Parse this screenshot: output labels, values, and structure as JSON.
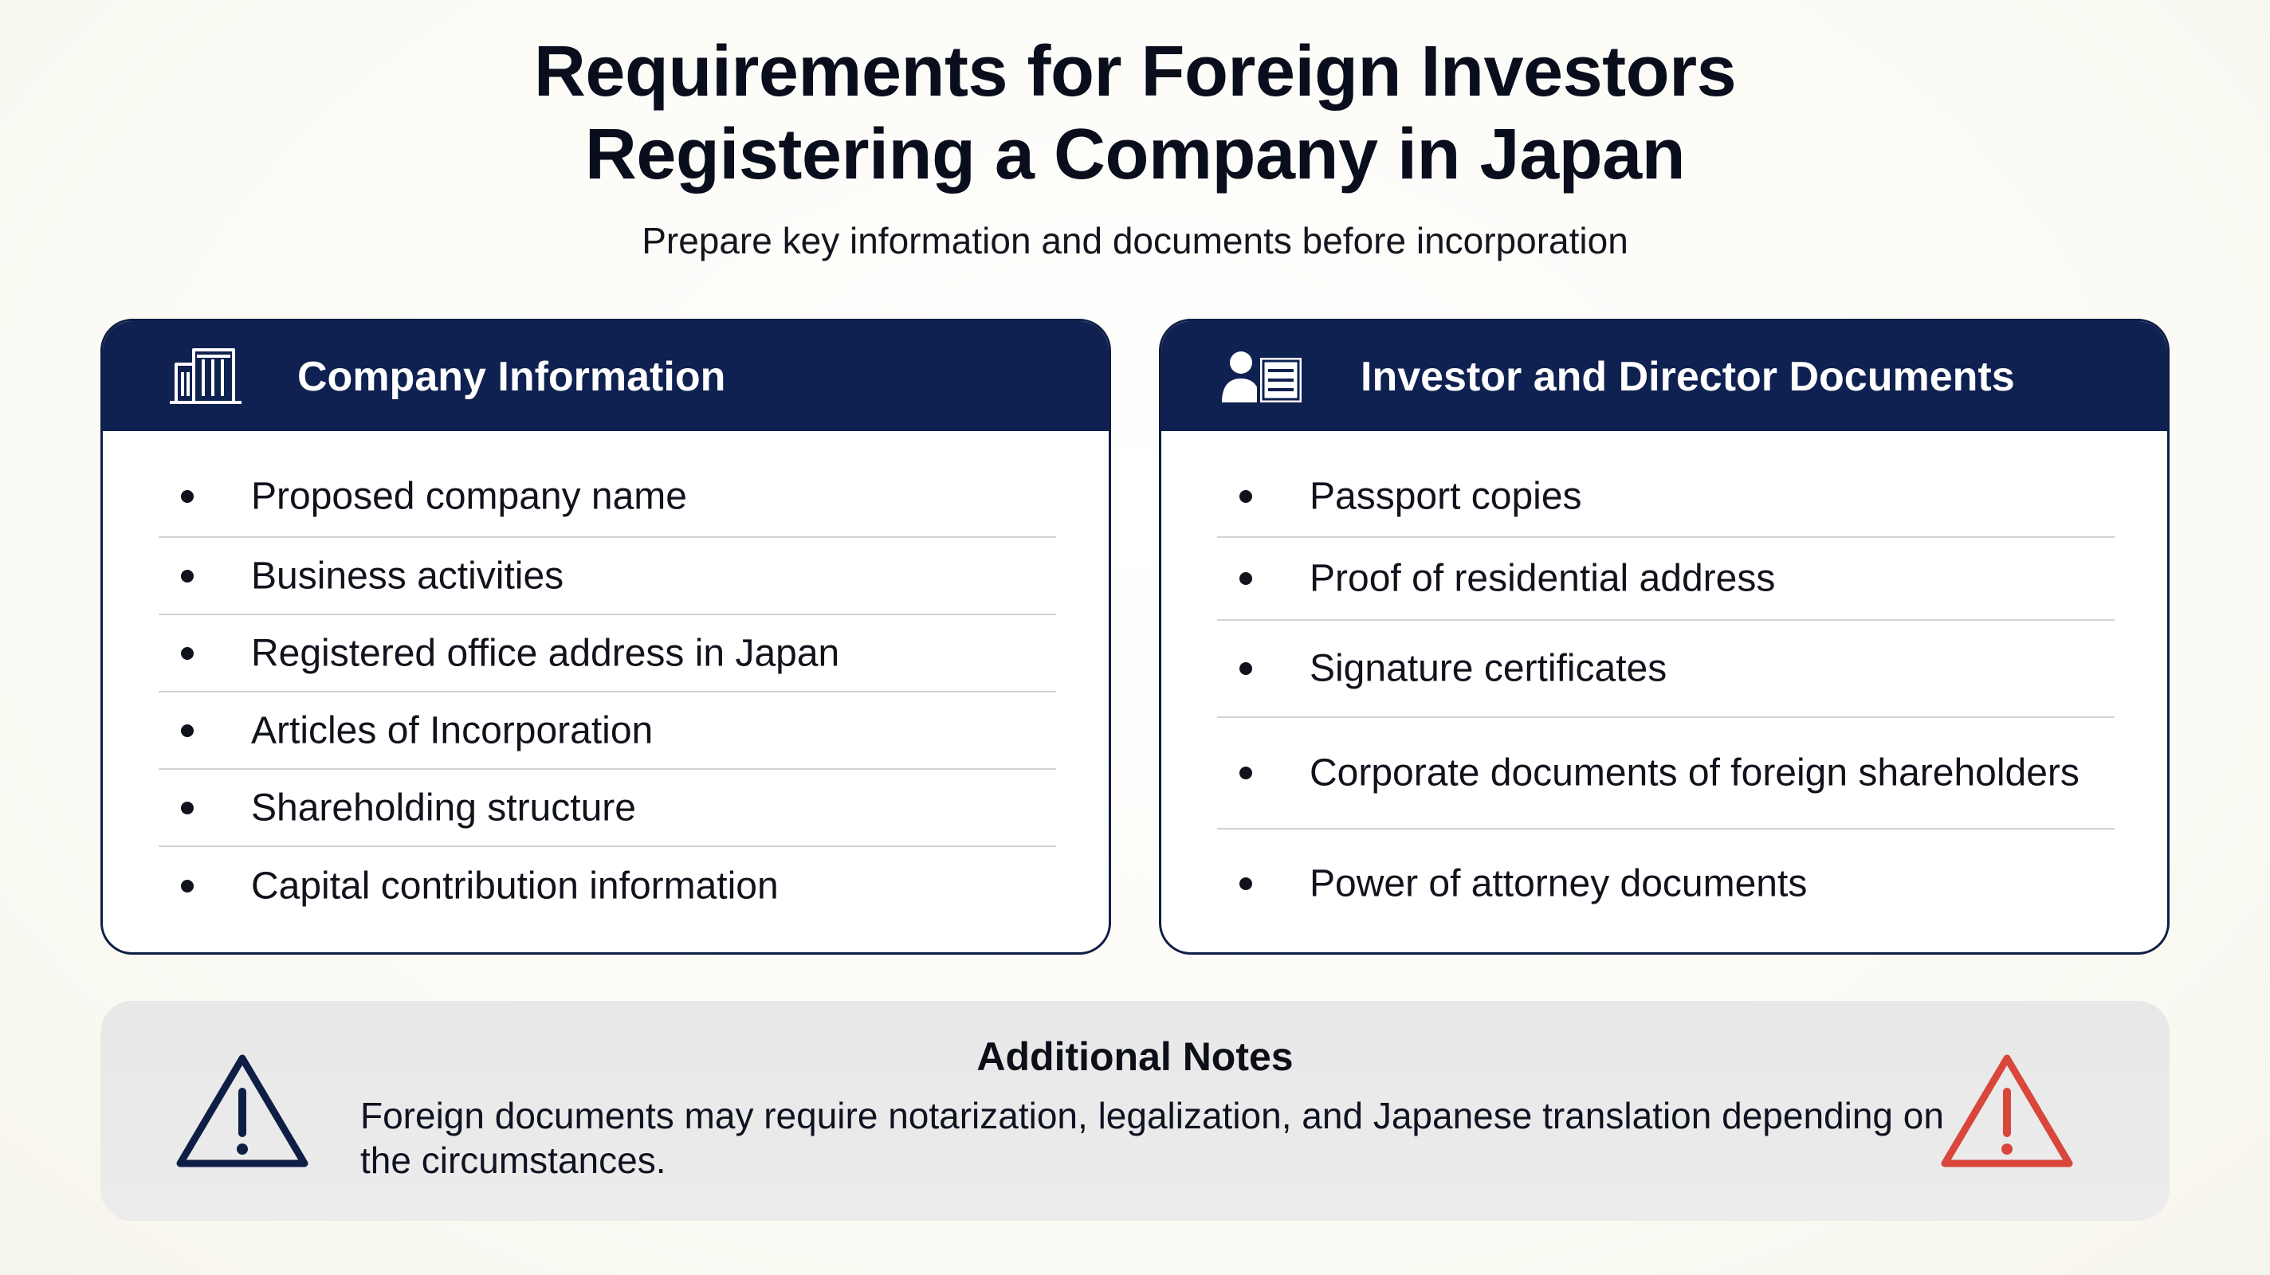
{
  "title_line1": "Requirements for Foreign Investors",
  "title_line2": "Registering a Company in Japan",
  "subtitle": "Prepare key information and documents before incorporation",
  "company_card": {
    "heading": "Company Information",
    "icon": "building-icon",
    "items": [
      "Proposed company name",
      "Business activities",
      "Registered office address in Japan",
      "Articles of Incorporation",
      "Shareholding structure",
      "Capital contribution information"
    ]
  },
  "investor_card": {
    "heading": "Investor and Director Documents",
    "icon": "id-card-person-icon",
    "items": [
      "Passport copies",
      "Proof of residential address",
      "Signature certificates",
      "Corporate documents of foreign shareholders",
      "Power of attorney documents"
    ]
  },
  "notes": {
    "heading": "Additional Notes",
    "body": "Foreign documents may require notarization, legalization, and Japanese translation depending on the circumstances.",
    "left_icon": "warning-icon",
    "right_icon": "warning-icon",
    "left_icon_color": "#0f1e45",
    "right_icon_color": "#d9463b"
  },
  "colors": {
    "header_navy": "#0f2151",
    "border_navy": "#0f1e45",
    "alert_red": "#d9463b"
  }
}
